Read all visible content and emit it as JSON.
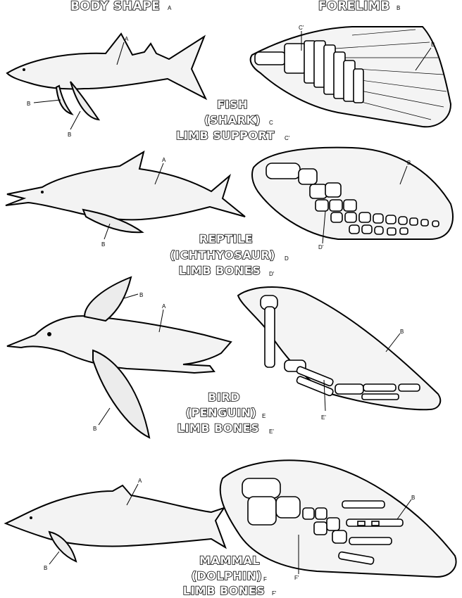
{
  "header": {
    "left_title": "BODY SHAPE",
    "left_sub": "A",
    "right_title": "FORELIMB",
    "right_sub": "B"
  },
  "rows": [
    {
      "group": "FISH",
      "species": "(SHARK)",
      "species_sub": "C",
      "part": "LIMB SUPPORT",
      "part_sub": "C'"
    },
    {
      "group": "REPTILE",
      "species": "(ICHTHYOSAUR)",
      "species_sub": "D",
      "part": "LIMB BONES",
      "part_sub": "D'"
    },
    {
      "group": "BIRD",
      "species": "(PENGUIN)",
      "species_sub": "E",
      "part": "LIMB BONES",
      "part_sub": "E'"
    },
    {
      "group": "MAMMAL",
      "species": "(DOLPHIN)",
      "species_sub": "F",
      "part": "LIMB BONES",
      "part_sub": "F'"
    }
  ],
  "labels": {
    "shark": {
      "body": "A",
      "fin1": "B",
      "fin2": "B"
    },
    "shark_limb": {
      "support": "C'",
      "fin": "B"
    },
    "ichthyosaur": {
      "body": "A",
      "fin": "B"
    },
    "ichthyosaur_limb": {
      "fin": "B",
      "bones": "D'"
    },
    "penguin": {
      "body": "A",
      "wing_top": "B",
      "wing_bottom": "B"
    },
    "penguin_limb": {
      "wing": "B",
      "bones": "E'"
    },
    "dolphin": {
      "body": "A",
      "fin": "B"
    },
    "dolphin_limb": {
      "fin": "B",
      "bones": "F'"
    }
  }
}
